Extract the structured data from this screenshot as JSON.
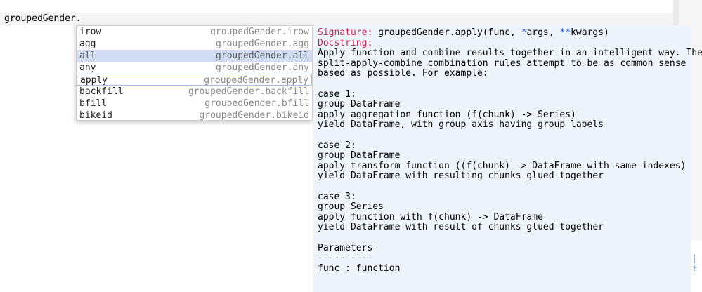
{
  "cell": {
    "code": "groupedGender."
  },
  "completer": {
    "items": [
      {
        "label": "irow",
        "type": "groupedGender.irow"
      },
      {
        "label": "agg",
        "type": "groupedGender.agg"
      },
      {
        "label": "all",
        "type": "groupedGender.all"
      },
      {
        "label": "any",
        "type": "groupedGender.any"
      },
      {
        "label": "apply",
        "type": "groupedGender.apply"
      },
      {
        "label": "backfill",
        "type": "groupedGender.backfill"
      },
      {
        "label": "bfill",
        "type": "groupedGender.bfill"
      },
      {
        "label": "bikeid",
        "type": "groupedGender.bikeid"
      }
    ],
    "active_index": 2,
    "focused_index": 4
  },
  "doc": {
    "signature_label": "Signature:",
    "signature_pre": " groupedGender.apply(func, ",
    "star1": "*",
    "args": "args, ",
    "star2": "**",
    "kwargs": "kwargs)",
    "docstring_label": "Docstring:",
    "lines": [
      "Apply function and combine results together in an intelligent way. The",
      "split-apply-combine combination rules attempt to be as common sense",
      "based as possible. For example:",
      "",
      "case 1:",
      "group DataFrame",
      "apply aggregation function (f(chunk) -> Series)",
      "yield DataFrame, with group axis having group labels",
      "",
      "case 2:",
      "group DataFrame",
      "apply transform function ((f(chunk) -> DataFrame with same indexes)",
      "yield DataFrame with resulting chunks glued together",
      "",
      "case 3:",
      "group Series",
      "apply function with f(chunk) -> DataFrame",
      "yield DataFrame with result of chunks glued together",
      "",
      "Parameters",
      "----------",
      "func : function"
    ]
  },
  "edge": {
    "text": "| F"
  },
  "colors": {
    "selected_bg": "#cfdcf3",
    "doc_bg": "#eef4fb",
    "keyword_red": "#c7254e",
    "star_blue": "#1f4ed8"
  }
}
